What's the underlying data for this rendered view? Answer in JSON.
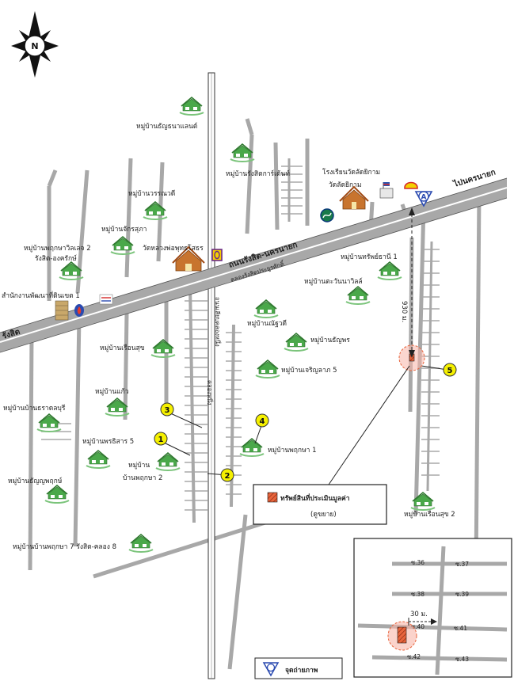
{
  "compass": {
    "letter": "N"
  },
  "roads": {
    "rangsit_nakhon_nayok": "ถนนรังสิต-นครนายก",
    "rangsit_canal": "คลองรังสิตประยูรศักดิ์",
    "lam_luk_ka_canal_road": "ถนนเลียบคลองหนึ่ง",
    "canal_soi": "คลองหนึ่ง",
    "to_nakhon_nayok": "ไปนครนายก",
    "rangsit_left": "รังสิต"
  },
  "places": [
    "หมู่บ้านธัญธนาแลนด์",
    "หมู่บ้านรังสิตการ์เด้นท์",
    "โรงเรียนวัดลัดยิกาม",
    "วัดลัดยิกาม",
    "หมู่บ้านวรรณวดี",
    "หมู่บ้านจักรสุภา",
    "หมู่บ้านพฤกษาวิลเลจ 2",
    "รังสิต-องครักษ์",
    "วัดหลวงพ่อพุทธโสธร",
    "สำนักงานพัฒนาที่ดินเขต 1",
    "หมู่บ้านทรัพย์ธานี 1",
    "หมู่บ้านตะวันนาวิลล์",
    "หมู่บ้านณัฐวดี",
    "หมู่บ้านธัญพร",
    "หมู่บ้านเจริญลาภ 5",
    "หมู่บ้านเรือนสุข",
    "หมู่บ้านแก้ว",
    "หมู่บ้านบ้านธราดลบุรี",
    "หมู่บ้านพรธิสาร 5",
    "หมู่บ้าน",
    "บ้านพฤกษา 2",
    "หมู่บ้านพฤกษา 1",
    "หมู่บ้านธัญญพฤกษ์",
    "หมู่บ้านเรือนสุข 2",
    "หมู่บ้านบ้านพฤกษา 7 รังสิต-คลอง 8"
  ],
  "distance_label": "930 ม.",
  "markers": [
    "1",
    "2",
    "3",
    "4",
    "5"
  ],
  "camera_letter": "A",
  "property_legend": {
    "title": "ทรัพย์สินที่ประเมินมูลค่า",
    "subtitle": "(ดูขยาย)"
  },
  "photo_point_legend": "จุดถ่ายภาพ",
  "inset": {
    "sois": [
      "ซ.36",
      "ซ.37",
      "ซ.38",
      "ซ.39",
      "ซ.40",
      "ซ.41",
      "ซ.42",
      "ซ.43"
    ],
    "distance_label": "30 ม."
  },
  "colors": {
    "road": "#a8a8a8",
    "canal": "#3a3a3a",
    "property": "#e8643c",
    "marker": "#f5f000",
    "highlight": "#f08a7a"
  }
}
